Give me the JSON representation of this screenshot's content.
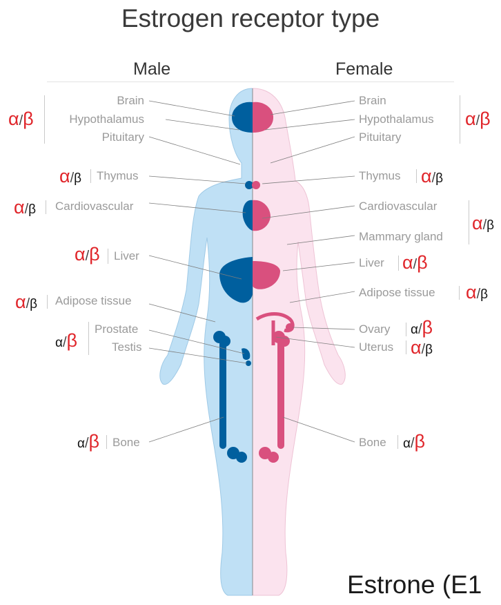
{
  "title": "Estrogen receptor type",
  "male_heading": "Male",
  "female_heading": "Female",
  "colors": {
    "male_body": "#bfe0f5",
    "male_organ": "#005f9e",
    "female_body": "#fbe3ee",
    "female_organ": "#d9507e",
    "receptor_dominant": "#e0262b"
  },
  "male": {
    "brain": "Brain",
    "hypothalamus": "Hypothalamus",
    "pituitary": "Pituitary",
    "thymus": "Thymus",
    "cardiovascular": "Cardiovascular",
    "liver": "Liver",
    "adipose": "Adipose tissue",
    "prostate": "Prostate",
    "testis": "Testis",
    "bone": "Bone"
  },
  "female": {
    "brain": "Brain",
    "hypothalamus": "Hypothalamus",
    "pituitary": "Pituitary",
    "thymus": "Thymus",
    "cardiovascular": "Cardiovascular",
    "mammary": "Mammary gland",
    "liver": "Liver",
    "adipose": "Adipose tissue",
    "ovary": "Ovary",
    "uterus": "Uterus",
    "bone": "Bone"
  },
  "receptor": {
    "alpha": "α",
    "slash": "/",
    "beta": "β"
  },
  "footer_text": "Estrone (E1"
}
